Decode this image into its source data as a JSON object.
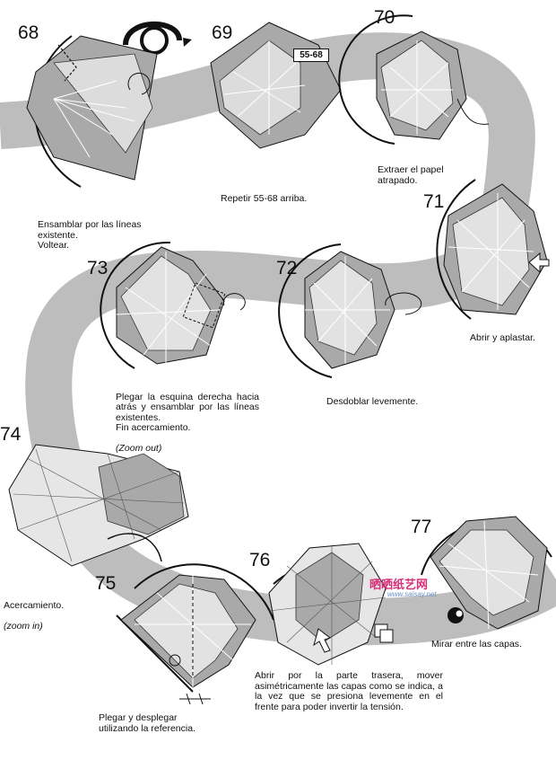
{
  "steps": [
    {
      "id": "68",
      "caption": "Ensamblar por las líneas\nexistente.\nVoltear."
    },
    {
      "id": "69",
      "caption": "Repetir 55-68 arriba.",
      "badge": "55-68"
    },
    {
      "id": "70",
      "caption": "Extraer el papel\natrapado."
    },
    {
      "id": "71",
      "caption": "Abrir y aplastar."
    },
    {
      "id": "72",
      "caption": "Desdoblar levemente."
    },
    {
      "id": "73",
      "caption": "Plegar la esquina derecha hacia atrás y ensamblar por las líneas existentes.\nFin acercamiento.",
      "caption_italic": "(Zoom out)"
    },
    {
      "id": "74",
      "caption": "Acercamiento.",
      "caption_italic": "(zoom in)"
    },
    {
      "id": "75",
      "caption": "Plegar y desplegar\nutilizando la referencia."
    },
    {
      "id": "76",
      "caption": "Abrir por la parte trasera, mover asimétricamente las capas como se indica, a la vez que se presiona levemente en el frente para poder invertir la tensión."
    },
    {
      "id": "77",
      "caption": "Mirar entre las capas."
    }
  ],
  "watermark": {
    "text": "晒晒纸艺网",
    "url": "www.saisay.net"
  },
  "colors": {
    "band": "#bdbdbd",
    "paper_dark": "#a9a9a9",
    "paper_light": "#e6e6e6",
    "ink": "#111111"
  }
}
